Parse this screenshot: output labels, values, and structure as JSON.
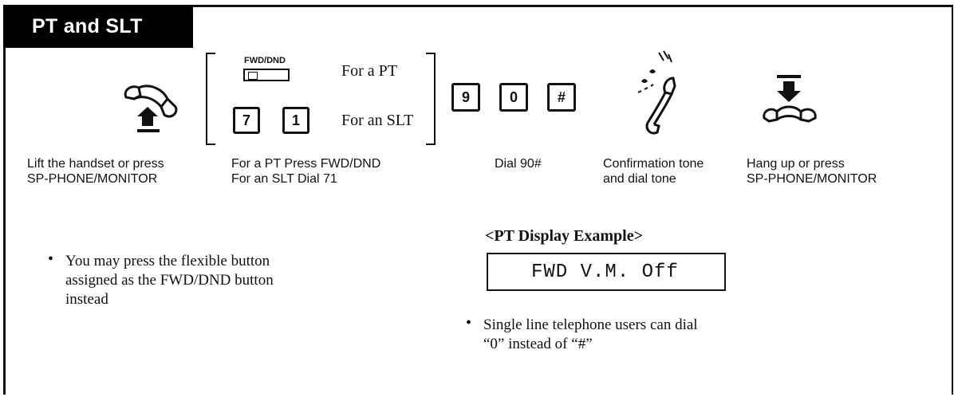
{
  "title": "PT and SLT",
  "steps": [
    {
      "caption": [
        "Lift the handset or press",
        "SP-PHONE/MONITOR"
      ],
      "icon": "lift-handset-icon"
    },
    {
      "caption": [
        "For a PT  Press FWD/DND",
        "For an SLT  Dial 71"
      ],
      "fwd_button_label": "FWD/DND",
      "pt_label": "For a PT",
      "slt_label": "For an SLT",
      "slt_keys": [
        "7",
        "1"
      ]
    },
    {
      "caption": [
        "Dial 90#"
      ],
      "keys": [
        "9",
        "0",
        "#"
      ]
    },
    {
      "caption": [
        "Confirmation tone",
        "and dial tone"
      ],
      "icon": "handset-tone-icon"
    },
    {
      "caption": [
        "Hang up or press",
        "SP-PHONE/MONITOR"
      ],
      "icon": "hang-up-icon"
    }
  ],
  "notes": {
    "left": [
      "You may press the flexible button",
      "assigned as the FWD/DND button",
      "instead"
    ],
    "display_heading": "<PT Display Example>",
    "display_text": "FWD V.M. Off",
    "right": [
      "Single line telephone users can dial",
      "“0” instead of “#”"
    ]
  }
}
